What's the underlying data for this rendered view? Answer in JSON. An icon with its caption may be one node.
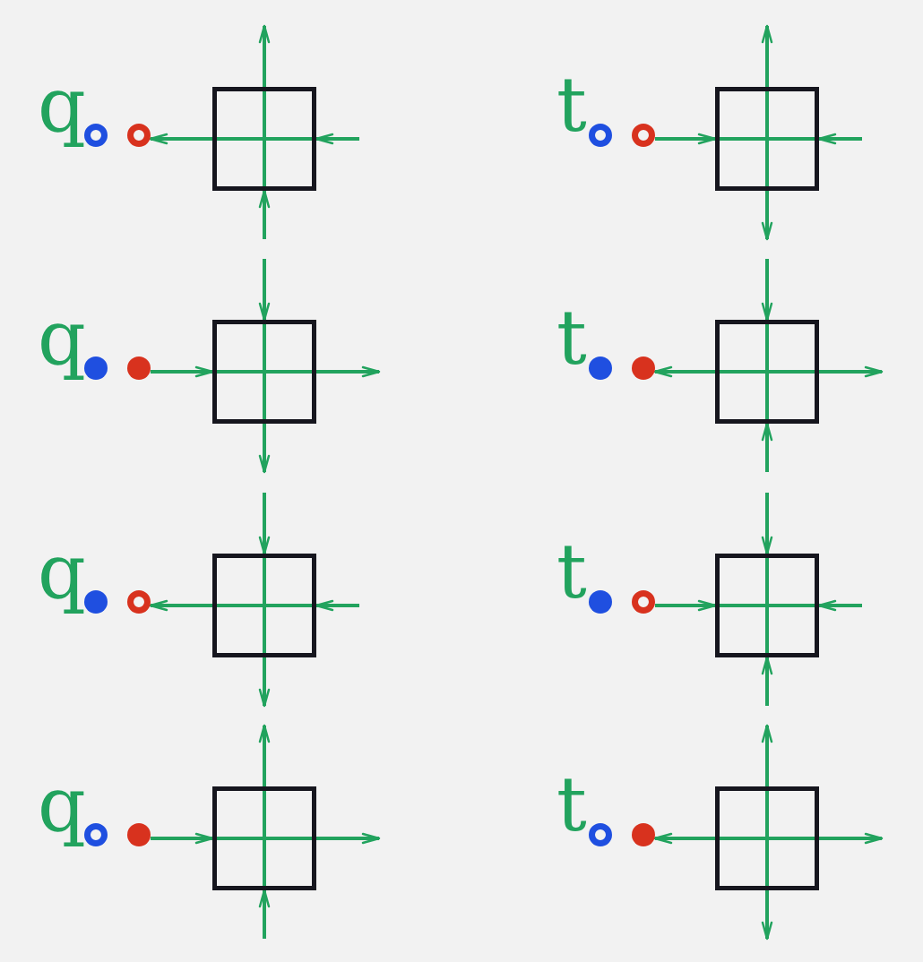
{
  "diagram": {
    "nodes": [
      {
        "text": [],
        "shape": "ring"
      },
      {
        "text": [],
        "shape": "ring"
      },
      {
        "text": [],
        "shape": "box"
      },
      {
        "text": [],
        "shape": "ring"
      },
      {
        "text": [],
        "shape": "ring"
      },
      {
        "text": [],
        "shape": "box"
      },
      {
        "text": [],
        "shape": "circle"
      },
      {
        "text": [],
        "shape": "circle"
      },
      {
        "text": [],
        "shape": "box"
      },
      {
        "text": [],
        "shape": "circle"
      },
      {
        "text": [],
        "shape": "circle"
      },
      {
        "text": [],
        "shape": "box"
      },
      {
        "text": [],
        "shape": "circle"
      },
      {
        "text": [],
        "shape": "ring"
      },
      {
        "text": [],
        "shape": "box"
      },
      {
        "text": [],
        "shape": "circle"
      },
      {
        "text": [],
        "shape": "ring"
      },
      {
        "text": [],
        "shape": "box"
      },
      {
        "text": [],
        "shape": "ring"
      },
      {
        "text": [],
        "shape": "circle"
      },
      {
        "text": [],
        "shape": "box"
      },
      {
        "text": [],
        "shape": "ring"
      },
      {
        "text": [],
        "shape": "circle"
      },
      {
        "text": [],
        "shape": "box"
      }
    ],
    "edges": [
      {
        "from": 2,
        "to": 1,
        "arrow": "to"
      },
      {
        "from": null,
        "to": 2,
        "arrow": "to"
      },
      {
        "from": 2,
        "to": null,
        "arrow": "to"
      },
      {
        "from": null,
        "to": 2,
        "arrow": "to"
      },
      {
        "from": 4,
        "to": 5,
        "arrow": "to"
      },
      {
        "from": null,
        "to": 5,
        "arrow": "to"
      },
      {
        "from": 5,
        "to": null,
        "arrow": "to"
      },
      {
        "from": 5,
        "to": null,
        "arrow": "to"
      },
      {
        "from": 7,
        "to": 8,
        "arrow": "to"
      },
      {
        "from": 8,
        "to": null,
        "arrow": "to"
      },
      {
        "from": null,
        "to": 8,
        "arrow": "to"
      },
      {
        "from": 8,
        "to": null,
        "arrow": "to"
      },
      {
        "from": 11,
        "to": 10,
        "arrow": "to"
      },
      {
        "from": 11,
        "to": null,
        "arrow": "to"
      },
      {
        "from": null,
        "to": 11,
        "arrow": "to"
      },
      {
        "from": null,
        "to": 11,
        "arrow": "to"
      },
      {
        "from": 14,
        "to": 13,
        "arrow": "to"
      },
      {
        "from": null,
        "to": 14,
        "arrow": "to"
      },
      {
        "from": null,
        "to": 14,
        "arrow": "to"
      },
      {
        "from": 14,
        "to": null,
        "arrow": "to"
      },
      {
        "from": 16,
        "to": 17,
        "arrow": "to"
      },
      {
        "from": null,
        "to": 17,
        "arrow": "to"
      },
      {
        "from": null,
        "to": 17,
        "arrow": "to"
      },
      {
        "from": null,
        "to": 17,
        "arrow": "to"
      },
      {
        "from": 19,
        "to": 20,
        "arrow": "to"
      },
      {
        "from": 20,
        "to": null,
        "arrow": "to"
      },
      {
        "from": 20,
        "to": null,
        "arrow": "to"
      },
      {
        "from": null,
        "to": 20,
        "arrow": "to"
      },
      {
        "from": 23,
        "to": 22,
        "arrow": "to"
      },
      {
        "from": 23,
        "to": null,
        "arrow": "to"
      },
      {
        "from": 23,
        "to": null,
        "arrow": "to"
      },
      {
        "from": 23,
        "to": null,
        "arrow": "to"
      }
    ],
    "labels": [
      "q",
      "t",
      "q",
      "t",
      "q",
      "t",
      "q",
      "t"
    ]
  }
}
